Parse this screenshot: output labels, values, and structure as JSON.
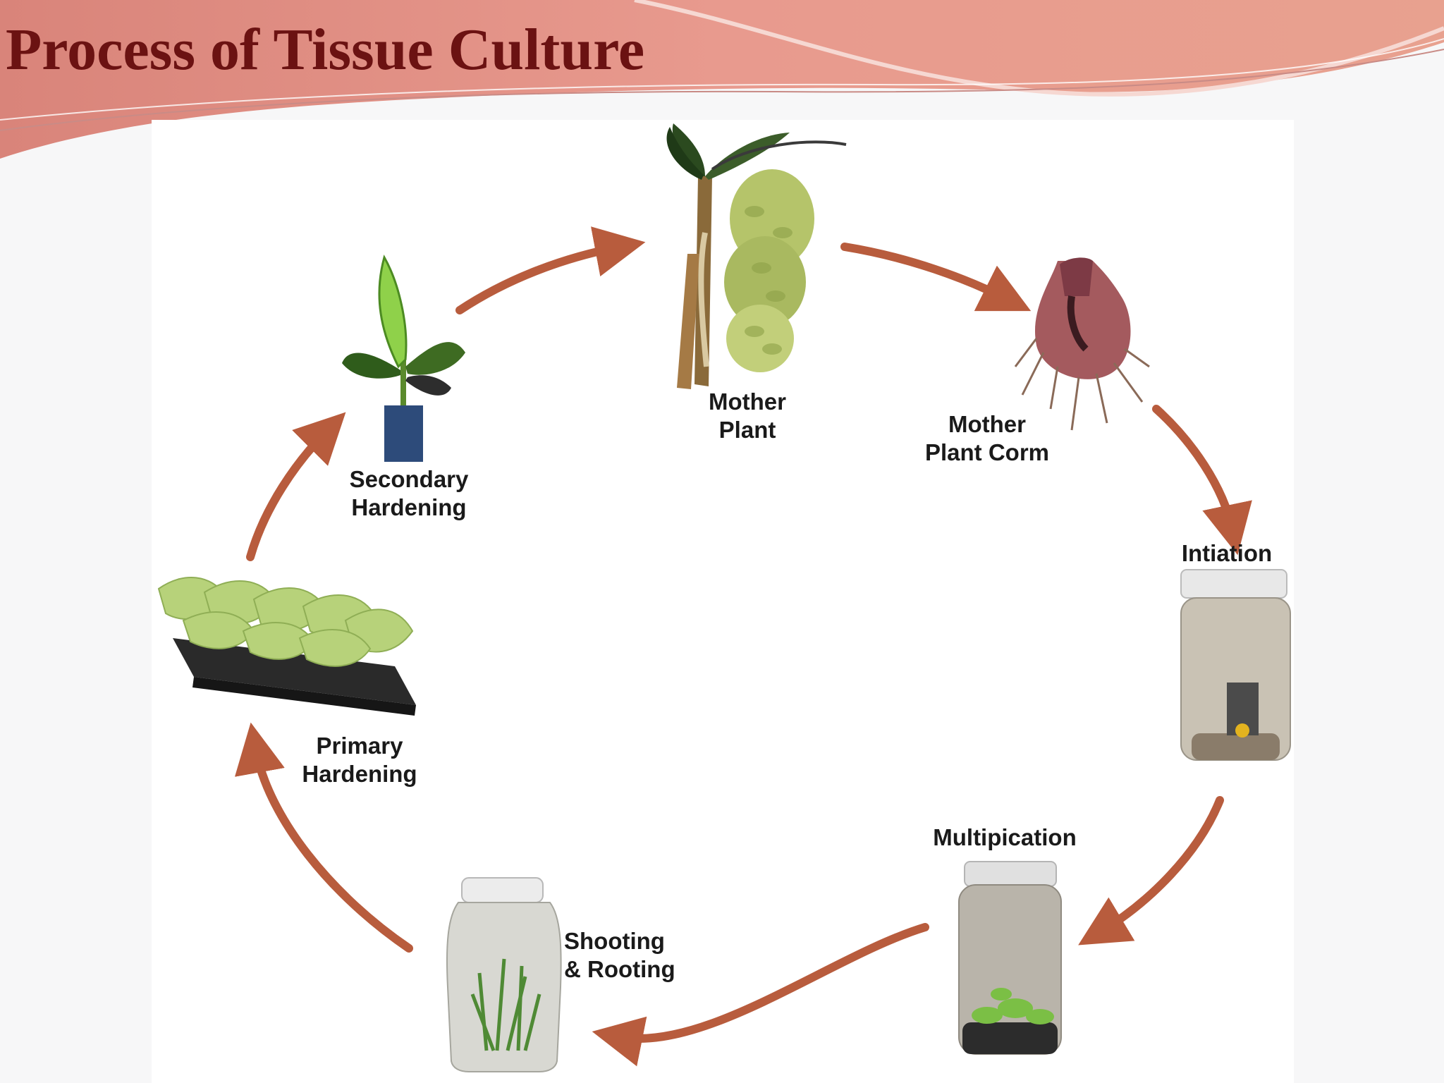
{
  "slide": {
    "title": "Process of Tissue Culture"
  },
  "diagram": {
    "stages": [
      {
        "id": "mother-plant",
        "line1": "Mother",
        "line2": "Plant"
      },
      {
        "id": "mother-plant-corm",
        "line1": "Mother",
        "line2": "Plant Corm"
      },
      {
        "id": "initiation",
        "line1": "Intiation",
        "line2": ""
      },
      {
        "id": "multiplication",
        "line1": "Multipication",
        "line2": ""
      },
      {
        "id": "shooting-rooting",
        "line1": "Shooting",
        "line2": "& Rooting"
      },
      {
        "id": "primary-hardening",
        "line1": "Primary",
        "line2": "Hardening"
      },
      {
        "id": "secondary-hardening",
        "line1": "Secondary",
        "line2": "Hardening"
      }
    ]
  },
  "colors": {
    "title": "#6b1212",
    "header_band": "#e08b82",
    "arrow": "#b85c3d"
  }
}
